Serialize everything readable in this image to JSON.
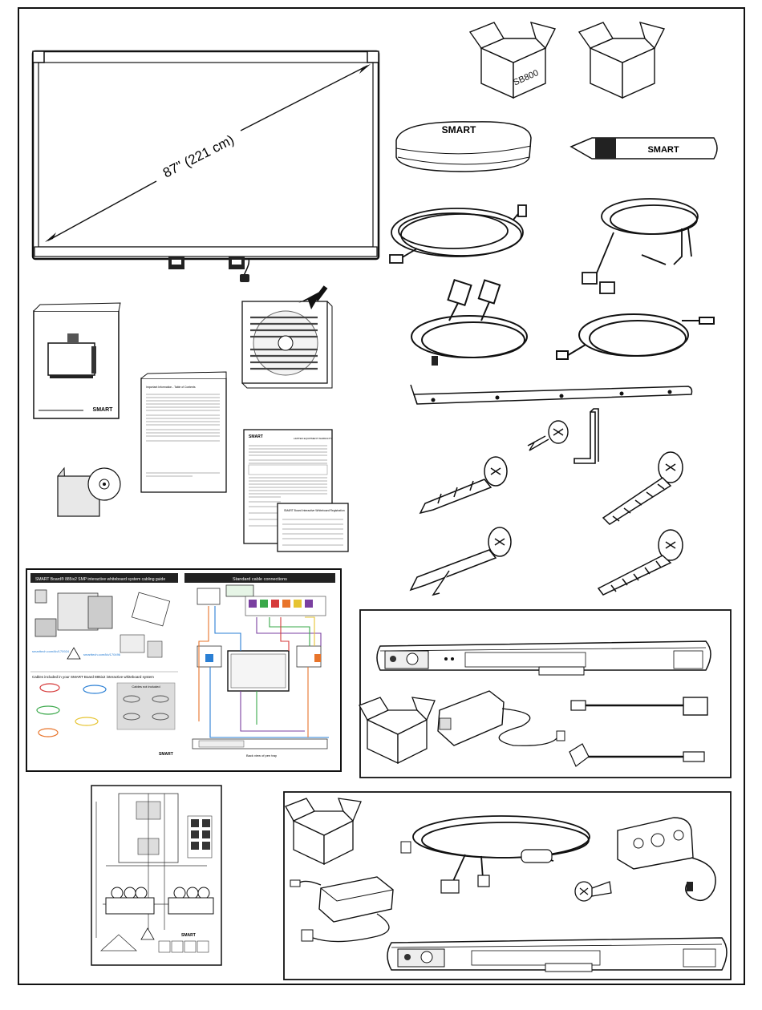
{
  "board": {
    "diagonal_label": "87\" (221 cm)"
  },
  "boxes": {
    "left_box_label": "SB800"
  },
  "brand": {
    "logo_text": "SMART"
  },
  "documents": {
    "toc_title": "Important Information - Table of Contents",
    "warranty_header": "LIMITED EQUIPMENT WARRANTY",
    "registration_title": "SMART Board Interactive Whiteboard Registration"
  },
  "cabling_guide": {
    "title": "SMART Board® 885ix2 SMP interactive whiteboard system cabling guide",
    "right_title": "Standard cable connections",
    "cables_included": "Cables included in your SMART Board 885ix2 interactive whiteboard system",
    "cables_not_included": "Cables not included",
    "site_1": "smarttech.com/kb/170924",
    "site_2": "smarttech.com/kb/170496",
    "footer_right": "Back view of pen tray"
  },
  "colors": {
    "ink": "#111111",
    "paper": "#ffffff",
    "board_gray": "#e6e6e6",
    "dark_band": "#222222",
    "cable_blue": "#2a7fd4",
    "cable_orange": "#e8742a",
    "cable_purple": "#7a3fa0",
    "cable_green": "#3aa84a",
    "cable_yellow": "#e6c431",
    "cable_red": "#d63a3a"
  }
}
